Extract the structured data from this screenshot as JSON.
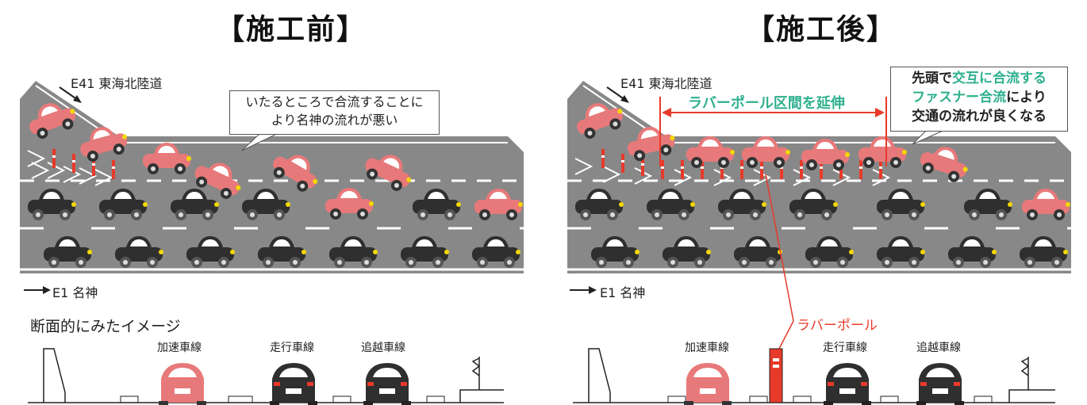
{
  "left": {
    "title": "【施工前】",
    "ramp_label": "E41 東海北陸道",
    "main_label": "E1 名神",
    "callout_line1": "いたるところで合流することに",
    "callout_line2": "より名神の流れが悪い",
    "section_title": "断面的にみたイメージ",
    "lane1": "加速車線",
    "lane2": "走行車線",
    "lane3": "追越車線"
  },
  "right": {
    "title": "【施工後】",
    "ramp_label": "E41 東海北陸道",
    "main_label": "E1 名神",
    "extend_label": "ラバーポール区間を延伸",
    "callout_a1": "先頭で",
    "callout_a2": "交互に合流する",
    "callout_b1": "ファスナー合流",
    "callout_b2": "により",
    "callout_c": "交通の流れが良くなる",
    "pole_label": "ラバーポール",
    "lane1": "加速車線",
    "lane2": "走行車線",
    "lane3": "追越車線"
  },
  "colors": {
    "road": "#888888",
    "red_car": "#e8797a",
    "black_car": "#2f2f2f",
    "accent_red": "#e83a2a",
    "teal": "#2fb08e"
  }
}
